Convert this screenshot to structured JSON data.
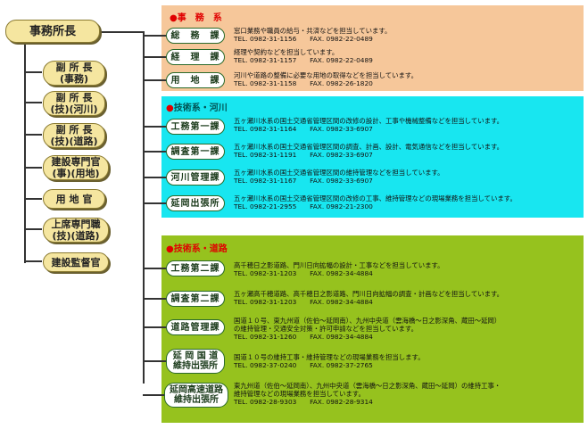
{
  "root": {
    "label": "事務所長"
  },
  "left_chain": [
    {
      "label": "副 所 長\n(事務)"
    },
    {
      "label": "副 所 長\n(技)(河川)"
    },
    {
      "label": "副 所 長\n(技)(道路)"
    },
    {
      "label": "建設専門官\n(事)(用地)"
    },
    {
      "label": "用 地 官"
    },
    {
      "label": "上席専門職\n(技)(道路)"
    },
    {
      "label": "建設監督官"
    }
  ],
  "sections": [
    {
      "title_mark": "●",
      "title": "事　務　系",
      "color": "#f6c79a",
      "depts": [
        {
          "name": "総　務　課",
          "desc": "窓口業務や職員の給与・共済などを担当しています。",
          "tel": "TEL. 0982-31-1156　　FAX. 0982-22-0489"
        },
        {
          "name": "経　理　課",
          "desc": "経理や契約などを担当しています。",
          "tel": "TEL. 0982-31-1157　　FAX. 0982-22-0489"
        },
        {
          "name": "用　地　課",
          "desc": "河川や道路の整備に必要な用地の取得などを担当しています。",
          "tel": "TEL. 0982-31-1158　　FAX. 0982-26-1820"
        }
      ]
    },
    {
      "title_mark": "●",
      "title": "技術系・河川",
      "color": "#18e6f0",
      "depts": [
        {
          "name": "工務第一課",
          "desc": "五ヶ瀬川水系の国土交通省管理区間の改修の設計、工事や機械整備などを担当しています。",
          "tel": "TEL. 0982-31-1164　　FAX. 0982-33-6907"
        },
        {
          "name": "調査第一課",
          "desc": "五ヶ瀬川水系の国土交通省管理区間の調査、計画、設計、電気通信などを担当しています。",
          "tel": "TEL. 0982-31-1191　　FAX. 0982-33-6907"
        },
        {
          "name": "河川管理課",
          "desc": "五ヶ瀬川水系の国土交通省管理区間の維持管理などを担当しています。",
          "tel": "TEL. 0982-31-1167　　FAX. 0982-33-6907"
        },
        {
          "name": "延岡出張所",
          "desc": "五ヶ瀬川水系の国土交通省管理区間の改修の工事、維持管理などの現場業務を担当しています。",
          "tel": "TEL. 0982-21-2955　　FAX. 0982-21-2300"
        }
      ]
    },
    {
      "title_mark": "●",
      "title": "技術系・道路",
      "color": "#96c21e",
      "depts": [
        {
          "name": "工務第二課",
          "desc": "高千穂日之影道路、門川日向拡幅の設計・工事などを担当しています。",
          "tel": "TEL. 0982-31-1203　　FAX. 0982-34-4884"
        },
        {
          "name": "調査第二課",
          "desc": "五ヶ瀬高千穂道路、高千穂日之影道路、門川日向拡幅の調査・計画などを担当しています。",
          "tel": "TEL. 0982-31-1203　　FAX. 0982-34-4884"
        },
        {
          "name": "道路管理課",
          "desc": "国道１０号、東九州道（佐伯～延岡南）、九州中央道（雲海橋～日之影深角、蔵田～延岡）\nの維持管理・交通安全対策・許可申請などを担当しています。",
          "tel": "TEL. 0982-31-1260　　FAX. 0982-34-4884"
        },
        {
          "name": "延 岡 国 道\n維持出張所",
          "desc": "国道１０号の維持工事・維持管理などの現場業務を担当します。",
          "tel": "TEL. 0982-37-0240　　FAX. 0982-37-2765"
        },
        {
          "name": "延岡高速道路\n維持出張所",
          "desc": "東九州道（佐伯～延岡南）、九州中央道（雲海橋～日之影深角、蔵田～延岡）の維持工事・\n維持管理などの現場業務を担当しています。",
          "tel": "TEL. 0982-28-9303　　FAX. 0982-28-9314"
        }
      ]
    }
  ]
}
